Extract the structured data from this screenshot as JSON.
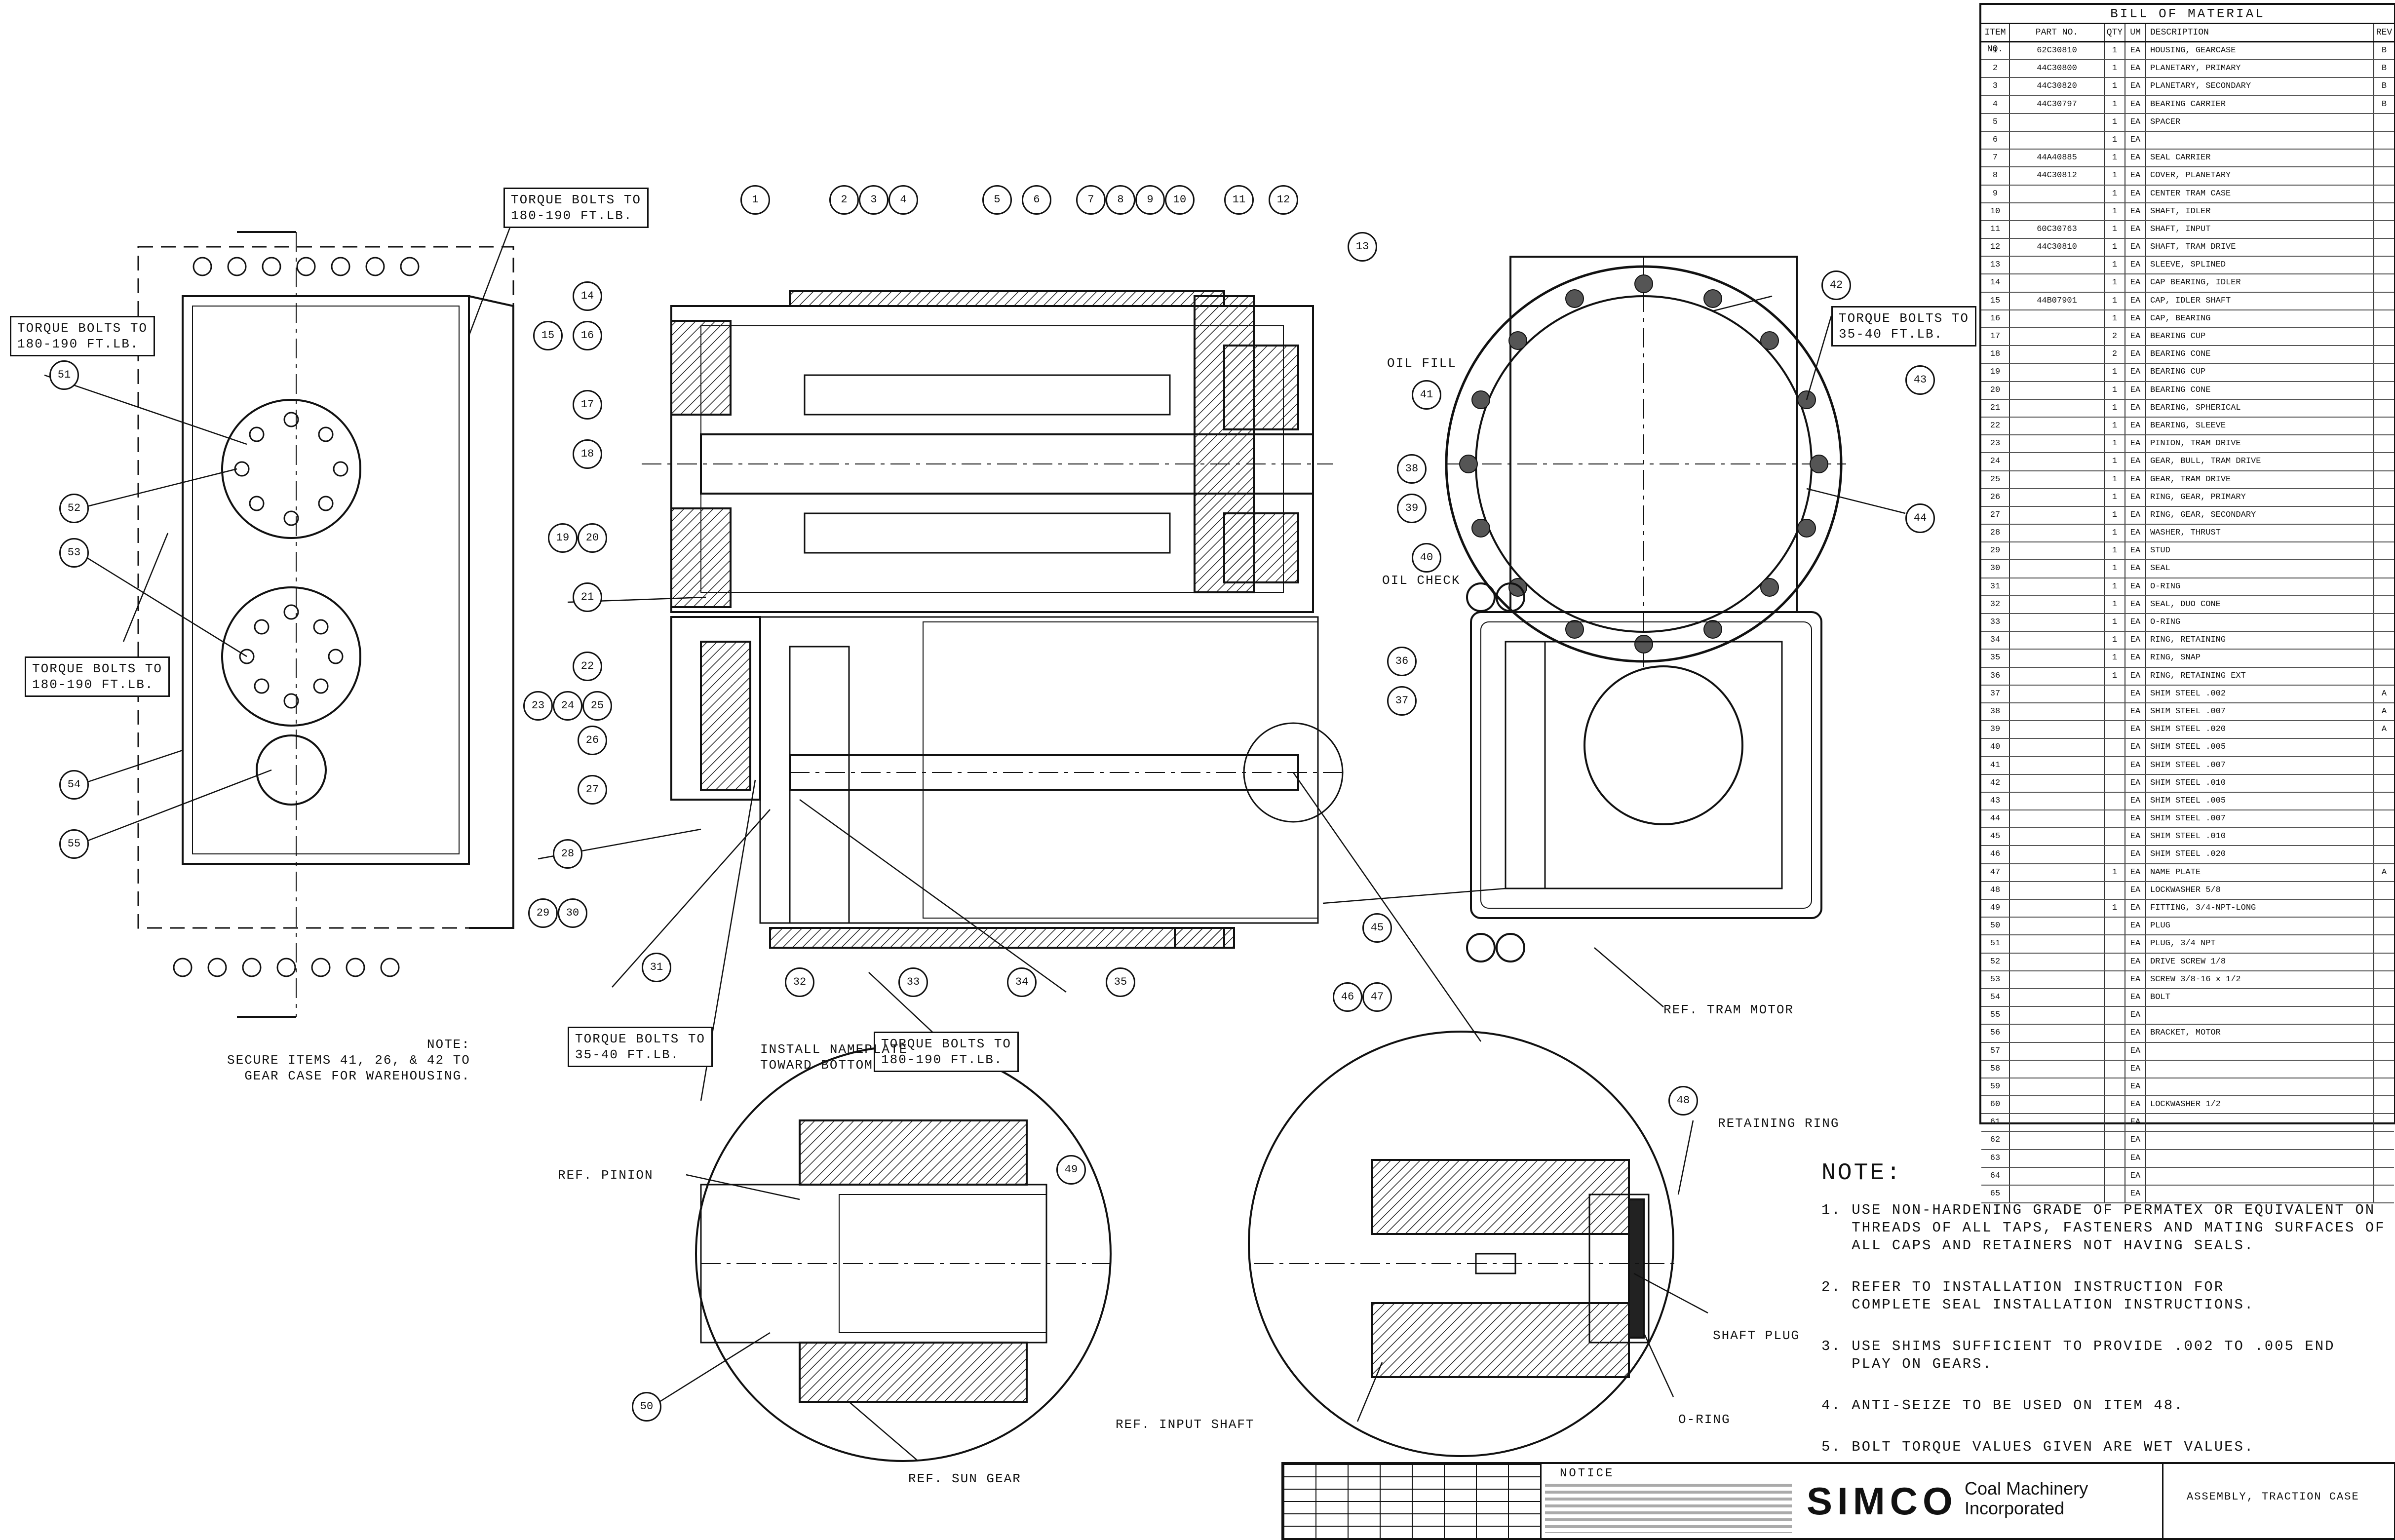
{
  "bill_of_material": {
    "title": "BILL OF MATERIAL",
    "headers": {
      "item": "ITEM NO.",
      "part": "PART NO.",
      "qty": "QTY",
      "unit": "UM",
      "description": "DESCRIPTION",
      "rev": "REV"
    },
    "rows": [
      {
        "item": "1",
        "part": "62C30810",
        "qty": "1",
        "unit": "EA",
        "desc": "HOUSING, GEARCASE",
        "rev": "B"
      },
      {
        "item": "2",
        "part": "44C30800",
        "qty": "1",
        "unit": "EA",
        "desc": "PLANETARY, PRIMARY",
        "rev": "B"
      },
      {
        "item": "3",
        "part": "44C30820",
        "qty": "1",
        "unit": "EA",
        "desc": "PLANETARY, SECONDARY",
        "rev": "B"
      },
      {
        "item": "4",
        "part": "44C30797",
        "qty": "1",
        "unit": "EA",
        "desc": "BEARING CARRIER",
        "rev": "B"
      },
      {
        "item": "5",
        "part": "",
        "qty": "1",
        "unit": "EA",
        "desc": "SPACER",
        "rev": ""
      },
      {
        "item": "6",
        "part": "",
        "qty": "1",
        "unit": "EA",
        "desc": "",
        "rev": ""
      },
      {
        "item": "7",
        "part": "44A40885",
        "qty": "1",
        "unit": "EA",
        "desc": "SEAL CARRIER",
        "rev": ""
      },
      {
        "item": "8",
        "part": "44C30812",
        "qty": "1",
        "unit": "EA",
        "desc": "COVER, PLANETARY",
        "rev": ""
      },
      {
        "item": "9",
        "part": "",
        "qty": "1",
        "unit": "EA",
        "desc": "CENTER TRAM CASE",
        "rev": ""
      },
      {
        "item": "10",
        "part": "",
        "qty": "1",
        "unit": "EA",
        "desc": "SHAFT, IDLER",
        "rev": ""
      },
      {
        "item": "11",
        "part": "60C30763",
        "qty": "1",
        "unit": "EA",
        "desc": "SHAFT, INPUT",
        "rev": ""
      },
      {
        "item": "12",
        "part": "44C30810",
        "qty": "1",
        "unit": "EA",
        "desc": "SHAFT, TRAM DRIVE",
        "rev": ""
      },
      {
        "item": "13",
        "part": "",
        "qty": "1",
        "unit": "EA",
        "desc": "SLEEVE, SPLINED",
        "rev": ""
      },
      {
        "item": "14",
        "part": "",
        "qty": "1",
        "unit": "EA",
        "desc": "CAP BEARING, IDLER",
        "rev": ""
      },
      {
        "item": "15",
        "part": "44B07901",
        "qty": "1",
        "unit": "EA",
        "desc": "CAP, IDLER SHAFT",
        "rev": ""
      },
      {
        "item": "16",
        "part": "",
        "qty": "1",
        "unit": "EA",
        "desc": "CAP, BEARING",
        "rev": ""
      },
      {
        "item": "17",
        "part": "",
        "qty": "2",
        "unit": "EA",
        "desc": "BEARING CUP",
        "rev": ""
      },
      {
        "item": "18",
        "part": "",
        "qty": "2",
        "unit": "EA",
        "desc": "BEARING CONE",
        "rev": ""
      },
      {
        "item": "19",
        "part": "",
        "qty": "1",
        "unit": "EA",
        "desc": "BEARING CUP",
        "rev": ""
      },
      {
        "item": "20",
        "part": "",
        "qty": "1",
        "unit": "EA",
        "desc": "BEARING CONE",
        "rev": ""
      },
      {
        "item": "21",
        "part": "",
        "qty": "1",
        "unit": "EA",
        "desc": "BEARING, SPHERICAL",
        "rev": ""
      },
      {
        "item": "22",
        "part": "",
        "qty": "1",
        "unit": "EA",
        "desc": "BEARING, SLEEVE",
        "rev": ""
      },
      {
        "item": "23",
        "part": "",
        "qty": "1",
        "unit": "EA",
        "desc": "PINION, TRAM DRIVE",
        "rev": ""
      },
      {
        "item": "24",
        "part": "",
        "qty": "1",
        "unit": "EA",
        "desc": "GEAR, BULL, TRAM DRIVE",
        "rev": ""
      },
      {
        "item": "25",
        "part": "",
        "qty": "1",
        "unit": "EA",
        "desc": "GEAR, TRAM DRIVE",
        "rev": ""
      },
      {
        "item": "26",
        "part": "",
        "qty": "1",
        "unit": "EA",
        "desc": "RING, GEAR, PRIMARY",
        "rev": ""
      },
      {
        "item": "27",
        "part": "",
        "qty": "1",
        "unit": "EA",
        "desc": "RING, GEAR, SECONDARY",
        "rev": ""
      },
      {
        "item": "28",
        "part": "",
        "qty": "1",
        "unit": "EA",
        "desc": "WASHER, THRUST",
        "rev": ""
      },
      {
        "item": "29",
        "part": "",
        "qty": "1",
        "unit": "EA",
        "desc": "STUD",
        "rev": ""
      },
      {
        "item": "30",
        "part": "",
        "qty": "1",
        "unit": "EA",
        "desc": "SEAL",
        "rev": ""
      },
      {
        "item": "31",
        "part": "",
        "qty": "1",
        "unit": "EA",
        "desc": "O-RING",
        "rev": ""
      },
      {
        "item": "32",
        "part": "",
        "qty": "1",
        "unit": "EA",
        "desc": "SEAL, DUO CONE",
        "rev": ""
      },
      {
        "item": "33",
        "part": "",
        "qty": "1",
        "unit": "EA",
        "desc": "O-RING",
        "rev": ""
      },
      {
        "item": "34",
        "part": "",
        "qty": "1",
        "unit": "EA",
        "desc": "RING, RETAINING",
        "rev": ""
      },
      {
        "item": "35",
        "part": "",
        "qty": "1",
        "unit": "EA",
        "desc": "RING, SNAP",
        "rev": ""
      },
      {
        "item": "36",
        "part": "",
        "qty": "1",
        "unit": "EA",
        "desc": "RING, RETAINING EXT",
        "rev": ""
      },
      {
        "item": "37",
        "part": "",
        "qty": "",
        "unit": "EA",
        "desc": "SHIM STEEL .002",
        "rev": "A"
      },
      {
        "item": "38",
        "part": "",
        "qty": "",
        "unit": "EA",
        "desc": "SHIM STEEL .007",
        "rev": "A"
      },
      {
        "item": "39",
        "part": "",
        "qty": "",
        "unit": "EA",
        "desc": "SHIM STEEL .020",
        "rev": "A"
      },
      {
        "item": "40",
        "part": "",
        "qty": "",
        "unit": "EA",
        "desc": "SHIM STEEL .005",
        "rev": ""
      },
      {
        "item": "41",
        "part": "",
        "qty": "",
        "unit": "EA",
        "desc": "SHIM STEEL .007",
        "rev": ""
      },
      {
        "item": "42",
        "part": "",
        "qty": "",
        "unit": "EA",
        "desc": "SHIM STEEL .010",
        "rev": ""
      },
      {
        "item": "43",
        "part": "",
        "qty": "",
        "unit": "EA",
        "desc": "SHIM STEEL .005",
        "rev": ""
      },
      {
        "item": "44",
        "part": "",
        "qty": "",
        "unit": "EA",
        "desc": "SHIM STEEL .007",
        "rev": ""
      },
      {
        "item": "45",
        "part": "",
        "qty": "",
        "unit": "EA",
        "desc": "SHIM STEEL .010",
        "rev": ""
      },
      {
        "item": "46",
        "part": "",
        "qty": "",
        "unit": "EA",
        "desc": "SHIM STEEL .020",
        "rev": ""
      },
      {
        "item": "47",
        "part": "",
        "qty": "1",
        "unit": "EA",
        "desc": "NAME PLATE",
        "rev": "A"
      },
      {
        "item": "48",
        "part": "",
        "qty": "",
        "unit": "EA",
        "desc": "LOCKWASHER 5/8",
        "rev": ""
      },
      {
        "item": "49",
        "part": "",
        "qty": "1",
        "unit": "EA",
        "desc": "FITTING, 3/4-NPT-LONG",
        "rev": ""
      },
      {
        "item": "50",
        "part": "",
        "qty": "",
        "unit": "EA",
        "desc": "PLUG",
        "rev": ""
      },
      {
        "item": "51",
        "part": "",
        "qty": "",
        "unit": "EA",
        "desc": "PLUG, 3/4 NPT",
        "rev": ""
      },
      {
        "item": "52",
        "part": "",
        "qty": "",
        "unit": "EA",
        "desc": "DRIVE SCREW 1/8",
        "rev": ""
      },
      {
        "item": "53",
        "part": "",
        "qty": "",
        "unit": "EA",
        "desc": "SCREW 3/8-16 x 1/2",
        "rev": ""
      },
      {
        "item": "54",
        "part": "",
        "qty": "",
        "unit": "EA",
        "desc": "BOLT",
        "rev": ""
      },
      {
        "item": "55",
        "part": "",
        "qty": "",
        "unit": "EA",
        "desc": "",
        "rev": ""
      },
      {
        "item": "56",
        "part": "",
        "qty": "",
        "unit": "EA",
        "desc": "BRACKET, MOTOR",
        "rev": ""
      },
      {
        "item": "57",
        "part": "",
        "qty": "",
        "unit": "EA",
        "desc": "",
        "rev": ""
      },
      {
        "item": "58",
        "part": "",
        "qty": "",
        "unit": "EA",
        "desc": "",
        "rev": ""
      },
      {
        "item": "59",
        "part": "",
        "qty": "",
        "unit": "EA",
        "desc": "",
        "rev": ""
      },
      {
        "item": "60",
        "part": "",
        "qty": "",
        "unit": "EA",
        "desc": "LOCKWASHER 1/2",
        "rev": ""
      },
      {
        "item": "61",
        "part": "",
        "qty": "",
        "unit": "EA",
        "desc": "",
        "rev": ""
      },
      {
        "item": "62",
        "part": "",
        "qty": "",
        "unit": "EA",
        "desc": "",
        "rev": ""
      },
      {
        "item": "63",
        "part": "",
        "qty": "",
        "unit": "EA",
        "desc": "",
        "rev": ""
      },
      {
        "item": "64",
        "part": "",
        "qty": "",
        "unit": "EA",
        "desc": "",
        "rev": ""
      },
      {
        "item": "65",
        "part": "",
        "qty": "",
        "unit": "EA",
        "desc": "",
        "rev": ""
      }
    ]
  },
  "labels": {
    "torque_1": "TORQUE BOLTS TO\n180-190 FT.LB.",
    "torque_2": "TORQUE BOLTS TO\n180-190 FT.LB.",
    "torque_3": "TORQUE BOLTS TO\n180-190 FT.LB.",
    "torque_4": "TORQUE BOLTS TO\n35-40 FT.LB.",
    "torque_5": "TORQUE BOLTS TO\n35-40 FT.LB.",
    "torque_6": "TORQUE BOLTS TO\n180-190 FT.LB.",
    "install_note": "INSTALL NAMEPLATE\nTOWARD BOTTOM",
    "oil_fill": "OIL FILL",
    "oil_check": "OIL CHECK",
    "ref_tram_motor": "REF. TRAM MOTOR",
    "ref_pinion": "REF. PINION",
    "ref_sun_gear": "REF. SUN GEAR",
    "ref_input_shaft": "REF. INPUT SHAFT",
    "retaining_ring": "RETAINING RING",
    "shaft_plug": "SHAFT PLUG",
    "o_ring": "O-RING",
    "left_note": "NOTE:\nSECURE ITEMS 41, 26, & 42 TO\nGEAR CASE FOR WAREHOUSING."
  },
  "notes": {
    "heading": "NOTE:",
    "items": [
      "1. USE NON-HARDENING GRADE OF PERMATEX OR EQUIVALENT ON\n   THREADS OF ALL TAPS, FASTENERS AND MATING SURFACES OF\n   ALL CAPS AND RETAINERS NOT HAVING SEALS.",
      "2. REFER TO INSTALLATION INSTRUCTION FOR\n   COMPLETE SEAL INSTALLATION INSTRUCTIONS.",
      "3. USE SHIMS SUFFICIENT TO PROVIDE .002 TO .005 END\n   PLAY ON GEARS.",
      "4. ANTI-SEIZE TO BE USED ON ITEM 48.",
      "5. BOLT TORQUE VALUES GIVEN ARE WET VALUES."
    ]
  },
  "title_block": {
    "notice": "NOTICE",
    "logo": "SIMCO",
    "company": "Coal Machinery\nIncorporated",
    "drawing_title": "ASSEMBLY, TRACTION CASE"
  },
  "callouts": [
    {
      "id": "c1",
      "t": "1"
    },
    {
      "id": "c2",
      "t": "2"
    },
    {
      "id": "c3",
      "t": "3"
    },
    {
      "id": "c4",
      "t": "4"
    },
    {
      "id": "c5",
      "t": "5"
    },
    {
      "id": "c6",
      "t": "6"
    },
    {
      "id": "c7",
      "t": "7"
    },
    {
      "id": "c8",
      "t": "8"
    },
    {
      "id": "c9",
      "t": "9"
    },
    {
      "id": "c10",
      "t": "10"
    },
    {
      "id": "c11",
      "t": "11"
    },
    {
      "id": "c12",
      "t": "12"
    },
    {
      "id": "c13",
      "t": "13"
    },
    {
      "id": "c14",
      "t": "14"
    },
    {
      "id": "c15",
      "t": "15"
    },
    {
      "id": "c16",
      "t": "16"
    },
    {
      "id": "c17",
      "t": "17"
    },
    {
      "id": "c18",
      "t": "18"
    },
    {
      "id": "c19",
      "t": "19"
    },
    {
      "id": "c20",
      "t": "20"
    },
    {
      "id": "c21",
      "t": "21"
    },
    {
      "id": "c22",
      "t": "22"
    },
    {
      "id": "c23",
      "t": "23"
    },
    {
      "id": "c24",
      "t": "24"
    },
    {
      "id": "c25",
      "t": "25"
    },
    {
      "id": "c26",
      "t": "26"
    },
    {
      "id": "c27",
      "t": "27"
    },
    {
      "id": "c28",
      "t": "28"
    },
    {
      "id": "c29",
      "t": "29"
    },
    {
      "id": "c30",
      "t": "30"
    },
    {
      "id": "c31",
      "t": "31"
    },
    {
      "id": "c32",
      "t": "32"
    },
    {
      "id": "c33",
      "t": "33"
    },
    {
      "id": "c34",
      "t": "34"
    },
    {
      "id": "c35",
      "t": "35"
    },
    {
      "id": "c36",
      "t": "36"
    },
    {
      "id": "c37",
      "t": "37"
    },
    {
      "id": "c38",
      "t": "38"
    },
    {
      "id": "c39",
      "t": "39"
    },
    {
      "id": "c40",
      "t": "40"
    },
    {
      "id": "c41",
      "t": "41"
    },
    {
      "id": "c42",
      "t": "42"
    },
    {
      "id": "c43",
      "t": "43"
    },
    {
      "id": "c44",
      "t": "44"
    },
    {
      "id": "c45",
      "t": "45"
    },
    {
      "id": "c46",
      "t": "46"
    },
    {
      "id": "c47",
      "t": "47"
    },
    {
      "id": "c48",
      "t": "48"
    },
    {
      "id": "c49",
      "t": "49"
    },
    {
      "id": "c50",
      "t": "50"
    },
    {
      "id": "c51",
      "t": "51"
    },
    {
      "id": "c52",
      "t": "52"
    },
    {
      "id": "c53",
      "t": "53"
    },
    {
      "id": "c54",
      "t": "54"
    },
    {
      "id": "c55",
      "t": "55"
    }
  ]
}
